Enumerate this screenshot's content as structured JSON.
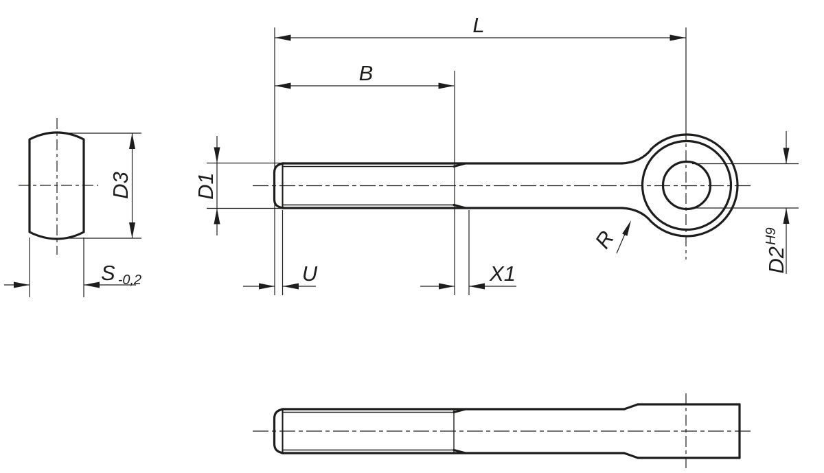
{
  "drawing": {
    "description": "Technical dimension drawing of an eye bolt (swing bolt) with threaded shank: side view, end view and plan view",
    "line_color": "#1d1d1b",
    "background_color": "#ffffff"
  },
  "dimensions": {
    "overall_length": {
      "label": "L"
    },
    "thread_length": {
      "label": "B"
    },
    "thread_diameter": {
      "label": "D1"
    },
    "eye_disc_diameter": {
      "label": "D3"
    },
    "eye_width": {
      "label": "S",
      "tolerance": "-0,2"
    },
    "tip_chamfer_length": {
      "label": "U"
    },
    "thread_runout_length": {
      "label": "X1"
    },
    "neck_fillet_radius": {
      "label": "R"
    },
    "eye_hole_diameter": {
      "label": "D2",
      "fit": "H9"
    }
  }
}
